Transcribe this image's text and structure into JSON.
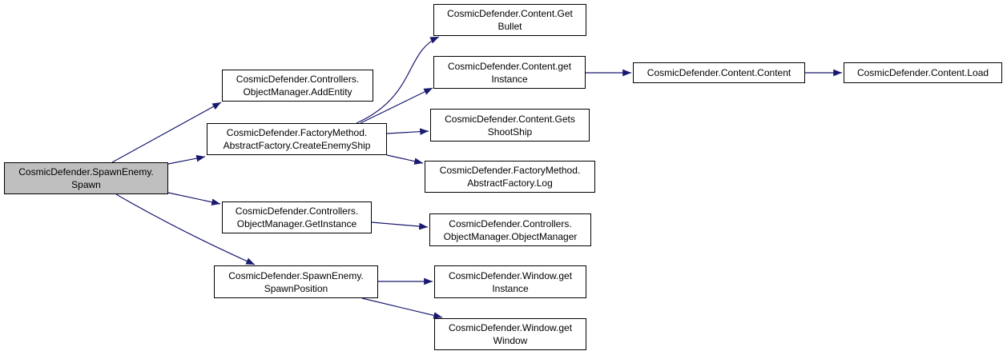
{
  "colors": {
    "edge": "#191970",
    "node_border": "#000000",
    "root_fill": "#bfbfbf",
    "node_fill": "#ffffff"
  },
  "nodes": {
    "spawn": {
      "line1": "CosmicDefender.SpawnEnemy.",
      "line2": "Spawn"
    },
    "add_entity": {
      "line1": "CosmicDefender.Controllers.",
      "line2": "ObjectManager.AddEntity"
    },
    "create_enemy_ship": {
      "line1": "CosmicDefender.FactoryMethod.",
      "line2": "AbstractFactory.CreateEnemyShip"
    },
    "get_instance_om": {
      "line1": "CosmicDefender.Controllers.",
      "line2": "ObjectManager.GetInstance"
    },
    "spawn_position": {
      "line1": "CosmicDefender.SpawnEnemy.",
      "line2": "SpawnPosition"
    },
    "get_bullet": {
      "line1": "CosmicDefender.Content.Get",
      "line2": "Bullet"
    },
    "content_get_instance": {
      "line1": "CosmicDefender.Content.get",
      "line2": "Instance"
    },
    "gets_shoot_ship": {
      "line1": "CosmicDefender.Content.Gets",
      "line2": "ShootShip"
    },
    "factory_log": {
      "line1": "CosmicDefender.FactoryMethod.",
      "line2": "AbstractFactory.Log"
    },
    "om_ctor": {
      "line1": "CosmicDefender.Controllers.",
      "line2": "ObjectManager.ObjectManager"
    },
    "window_get_instance": {
      "line1": "CosmicDefender.Window.get",
      "line2": "Instance"
    },
    "window_get_window": {
      "line1": "CosmicDefender.Window.get",
      "line2": "Window"
    },
    "content_content": {
      "line1": "CosmicDefender.Content.Content"
    },
    "content_load": {
      "line1": "CosmicDefender.Content.Load"
    }
  },
  "edges": [
    [
      "spawn",
      "add_entity"
    ],
    [
      "spawn",
      "create_enemy_ship"
    ],
    [
      "spawn",
      "get_instance_om"
    ],
    [
      "spawn",
      "spawn_position"
    ],
    [
      "create_enemy_ship",
      "get_bullet"
    ],
    [
      "create_enemy_ship",
      "content_get_instance"
    ],
    [
      "create_enemy_ship",
      "gets_shoot_ship"
    ],
    [
      "create_enemy_ship",
      "factory_log"
    ],
    [
      "get_instance_om",
      "om_ctor"
    ],
    [
      "spawn_position",
      "window_get_instance"
    ],
    [
      "spawn_position",
      "window_get_window"
    ],
    [
      "content_get_instance",
      "content_content"
    ],
    [
      "content_content",
      "content_load"
    ]
  ]
}
